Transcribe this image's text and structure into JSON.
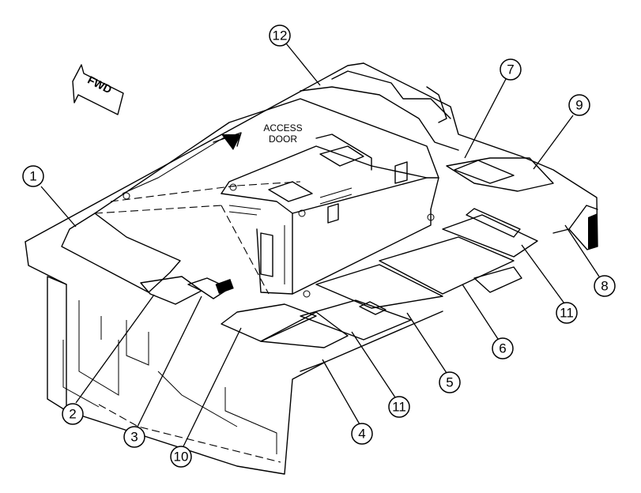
{
  "fwd_label": "FWD",
  "access_door_label": [
    "ACCESS",
    "DOOR"
  ],
  "callouts": [
    "12",
    "7",
    "9",
    "1",
    "8",
    "11",
    "6",
    "5",
    "11",
    "4",
    "2",
    "3",
    "10"
  ]
}
